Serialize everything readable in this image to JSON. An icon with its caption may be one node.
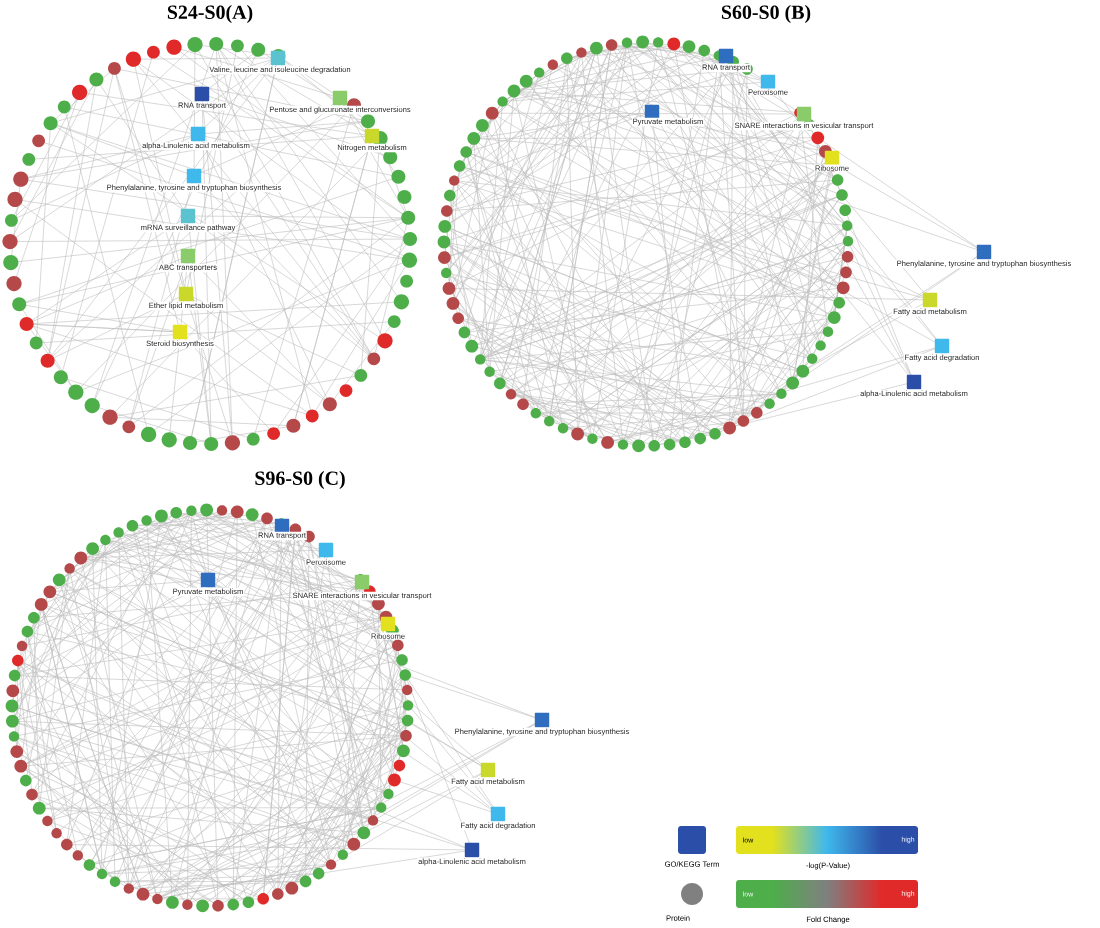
{
  "diagram": {
    "nodes": [
      {
        "text": [
          "Valine, leucine and isoleucine degradation"
        ]
      },
      {
        "text": [
          "RNA transport"
        ]
      },
      {
        "text": [
          "Pentose and glucuronate interconversions"
        ]
      },
      {
        "text": [
          "Nitrogen metabolism"
        ]
      },
      {
        "text": [
          "alpha-Linolenic acid metabolism"
        ]
      },
      {
        "text": [
          "Phenylalanine, tyrosine and tryptophan biosynthesis"
        ]
      },
      {
        "text": [
          "mRNA surveillance pathway"
        ]
      },
      {
        "text": [
          "ABC transporters"
        ]
      },
      {
        "text": [
          "Ether lipid metabolism"
        ]
      },
      {
        "text": [
          "Steroid biosynthesis"
        ]
      },
      {
        "text": [
          "RNA transport"
        ]
      },
      {
        "text": [
          "Peroxisome"
        ]
      },
      {
        "text": [
          "Pyruvate metabolism"
        ]
      },
      {
        "text": [
          "SNARE interactions in vesicular transport"
        ]
      },
      {
        "text": [
          "Ribosome"
        ]
      },
      {
        "text": [
          "Phenylalanine, tyrosine and tryptophan biosynthesis"
        ]
      },
      {
        "text": [
          "Fatty acid metabolism"
        ]
      },
      {
        "text": [
          "Fatty acid degradation"
        ]
      },
      {
        "text": [
          "alpha-Linolenic acid metabolism"
        ]
      },
      {
        "text": [
          "RNA transport"
        ]
      },
      {
        "text": [
          "Peroxisome"
        ]
      },
      {
        "text": [
          "Pyruvate metabolism"
        ]
      },
      {
        "text": [
          "SNARE interactions in vesicular transport"
        ]
      },
      {
        "text": [
          "Ribosome"
        ]
      },
      {
        "text": [
          "Phenylalanine, tyrosine and tryptophan biosynthesis"
        ]
      },
      {
        "text": [
          "Fatty acid metabolism"
        ]
      },
      {
        "text": [
          "Fatty acid degradation"
        ]
      },
      {
        "text": [
          "alpha-Linolenic acid metabolism"
        ]
      }
    ],
    "labels": [
      "S24-S0(A)",
      "S60-S0 (B)",
      "S96-S0 (C)",
      "low",
      "high",
      "low",
      "high"
    ],
    "legend": [
      {
        "text": "GO/KEGG Term"
      },
      {
        "text": "-log(P-Value)"
      },
      {
        "text": "Protein"
      },
      {
        "text": "Fold Change"
      }
    ]
  }
}
